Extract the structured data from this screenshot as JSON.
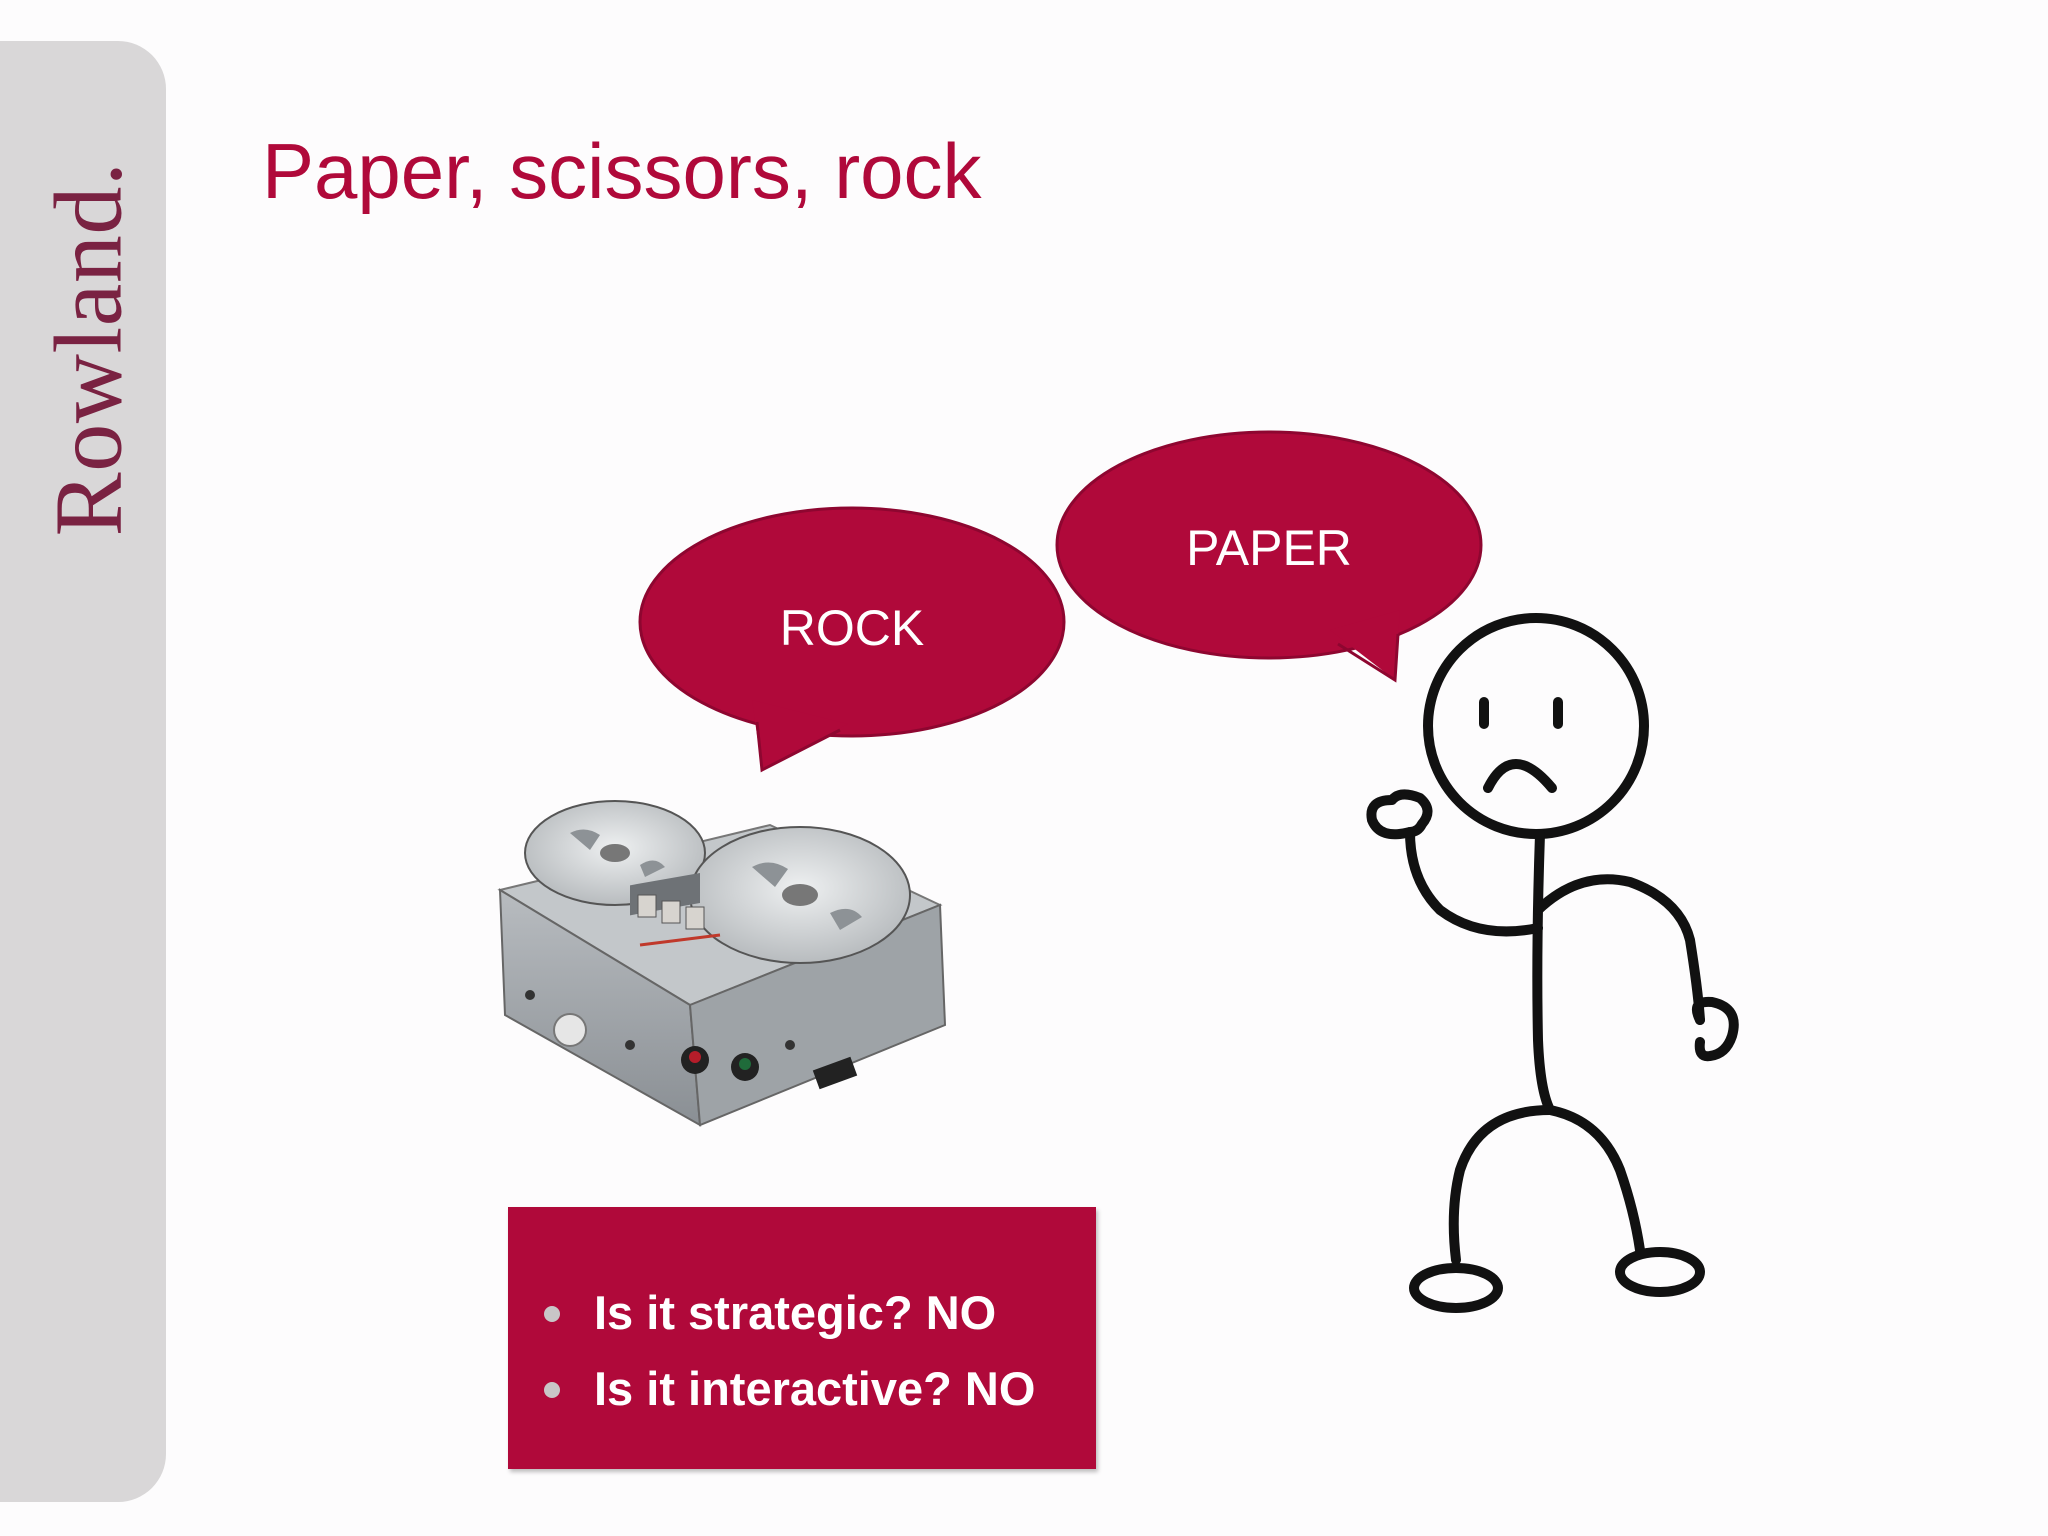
{
  "slide": {
    "logo_text": "Rowland.",
    "title": "Paper, scissors, rock"
  },
  "bubbles": {
    "left_label": "ROCK",
    "right_label": "PAPER"
  },
  "questions": [
    "Is it strategic? NO",
    "Is it interactive? NO"
  ],
  "illustrations": {
    "left": "reel-to-reel-tape-recorder",
    "right": "sad-stick-figure"
  },
  "colors": {
    "brand": "#b0093a",
    "logo": "#7a2242",
    "sidebar": "#d9d7d8"
  }
}
